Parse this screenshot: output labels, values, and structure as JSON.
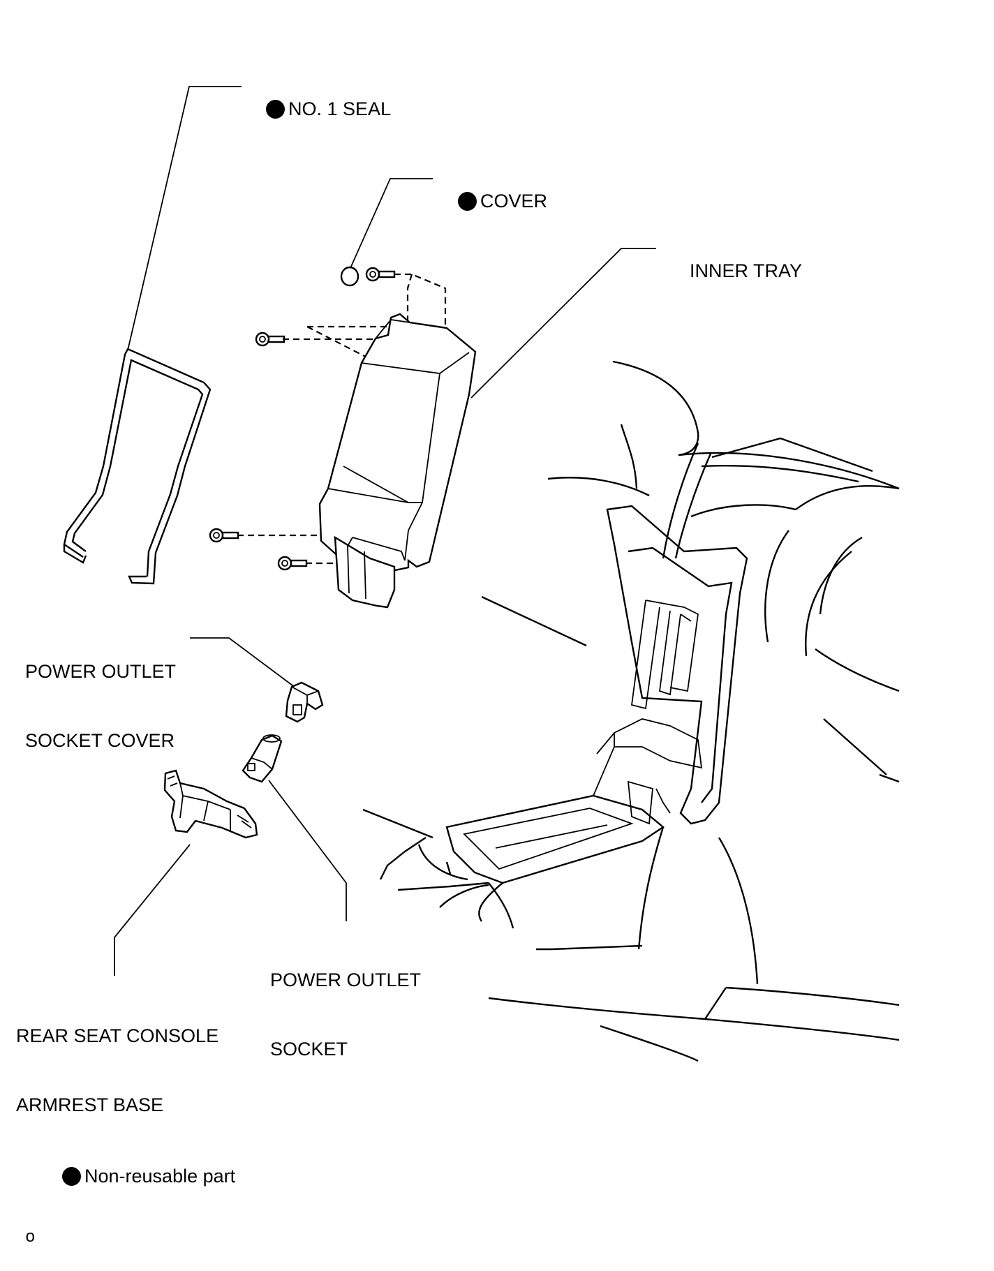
{
  "labels": {
    "seal": "NO. 1 SEAL",
    "cover": "COVER",
    "inner_tray": "INNER TRAY",
    "socket_cover_line1": "POWER OUTLET",
    "socket_cover_line2": "SOCKET COVER",
    "socket_line1": "POWER OUTLET",
    "socket_line2": "SOCKET",
    "armrest_line1": "REAR SEAT CONSOLE",
    "armrest_line2": "ARMREST BASE"
  },
  "legend": {
    "text": "Non-reusable part",
    "symbol": "filled-circle"
  },
  "figure_code": "o",
  "colors": {
    "ink": "#000000",
    "paper": "#ffffff"
  }
}
